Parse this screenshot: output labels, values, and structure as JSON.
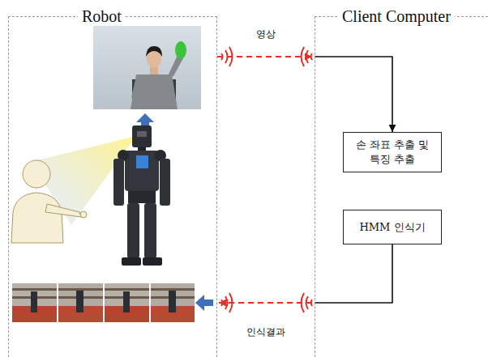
{
  "diagram": {
    "nodes": [
      {
        "text": [
          "Robot"
        ]
      },
      {
        "text": [
          "Client Computer"
        ]
      },
      {
        "text": [
          "손 좌표 추출 및 특징 추출"
        ],
        "in": 1
      },
      {
        "text": [
          "HMM 인식기"
        ],
        "in": 1
      }
    ],
    "edges": [
      {
        "from": 0,
        "to": 2,
        "arrow": "to",
        "label": "영상"
      },
      {
        "from": 3,
        "to": 0,
        "arrow": "to",
        "label": "인식결과"
      }
    ]
  }
}
